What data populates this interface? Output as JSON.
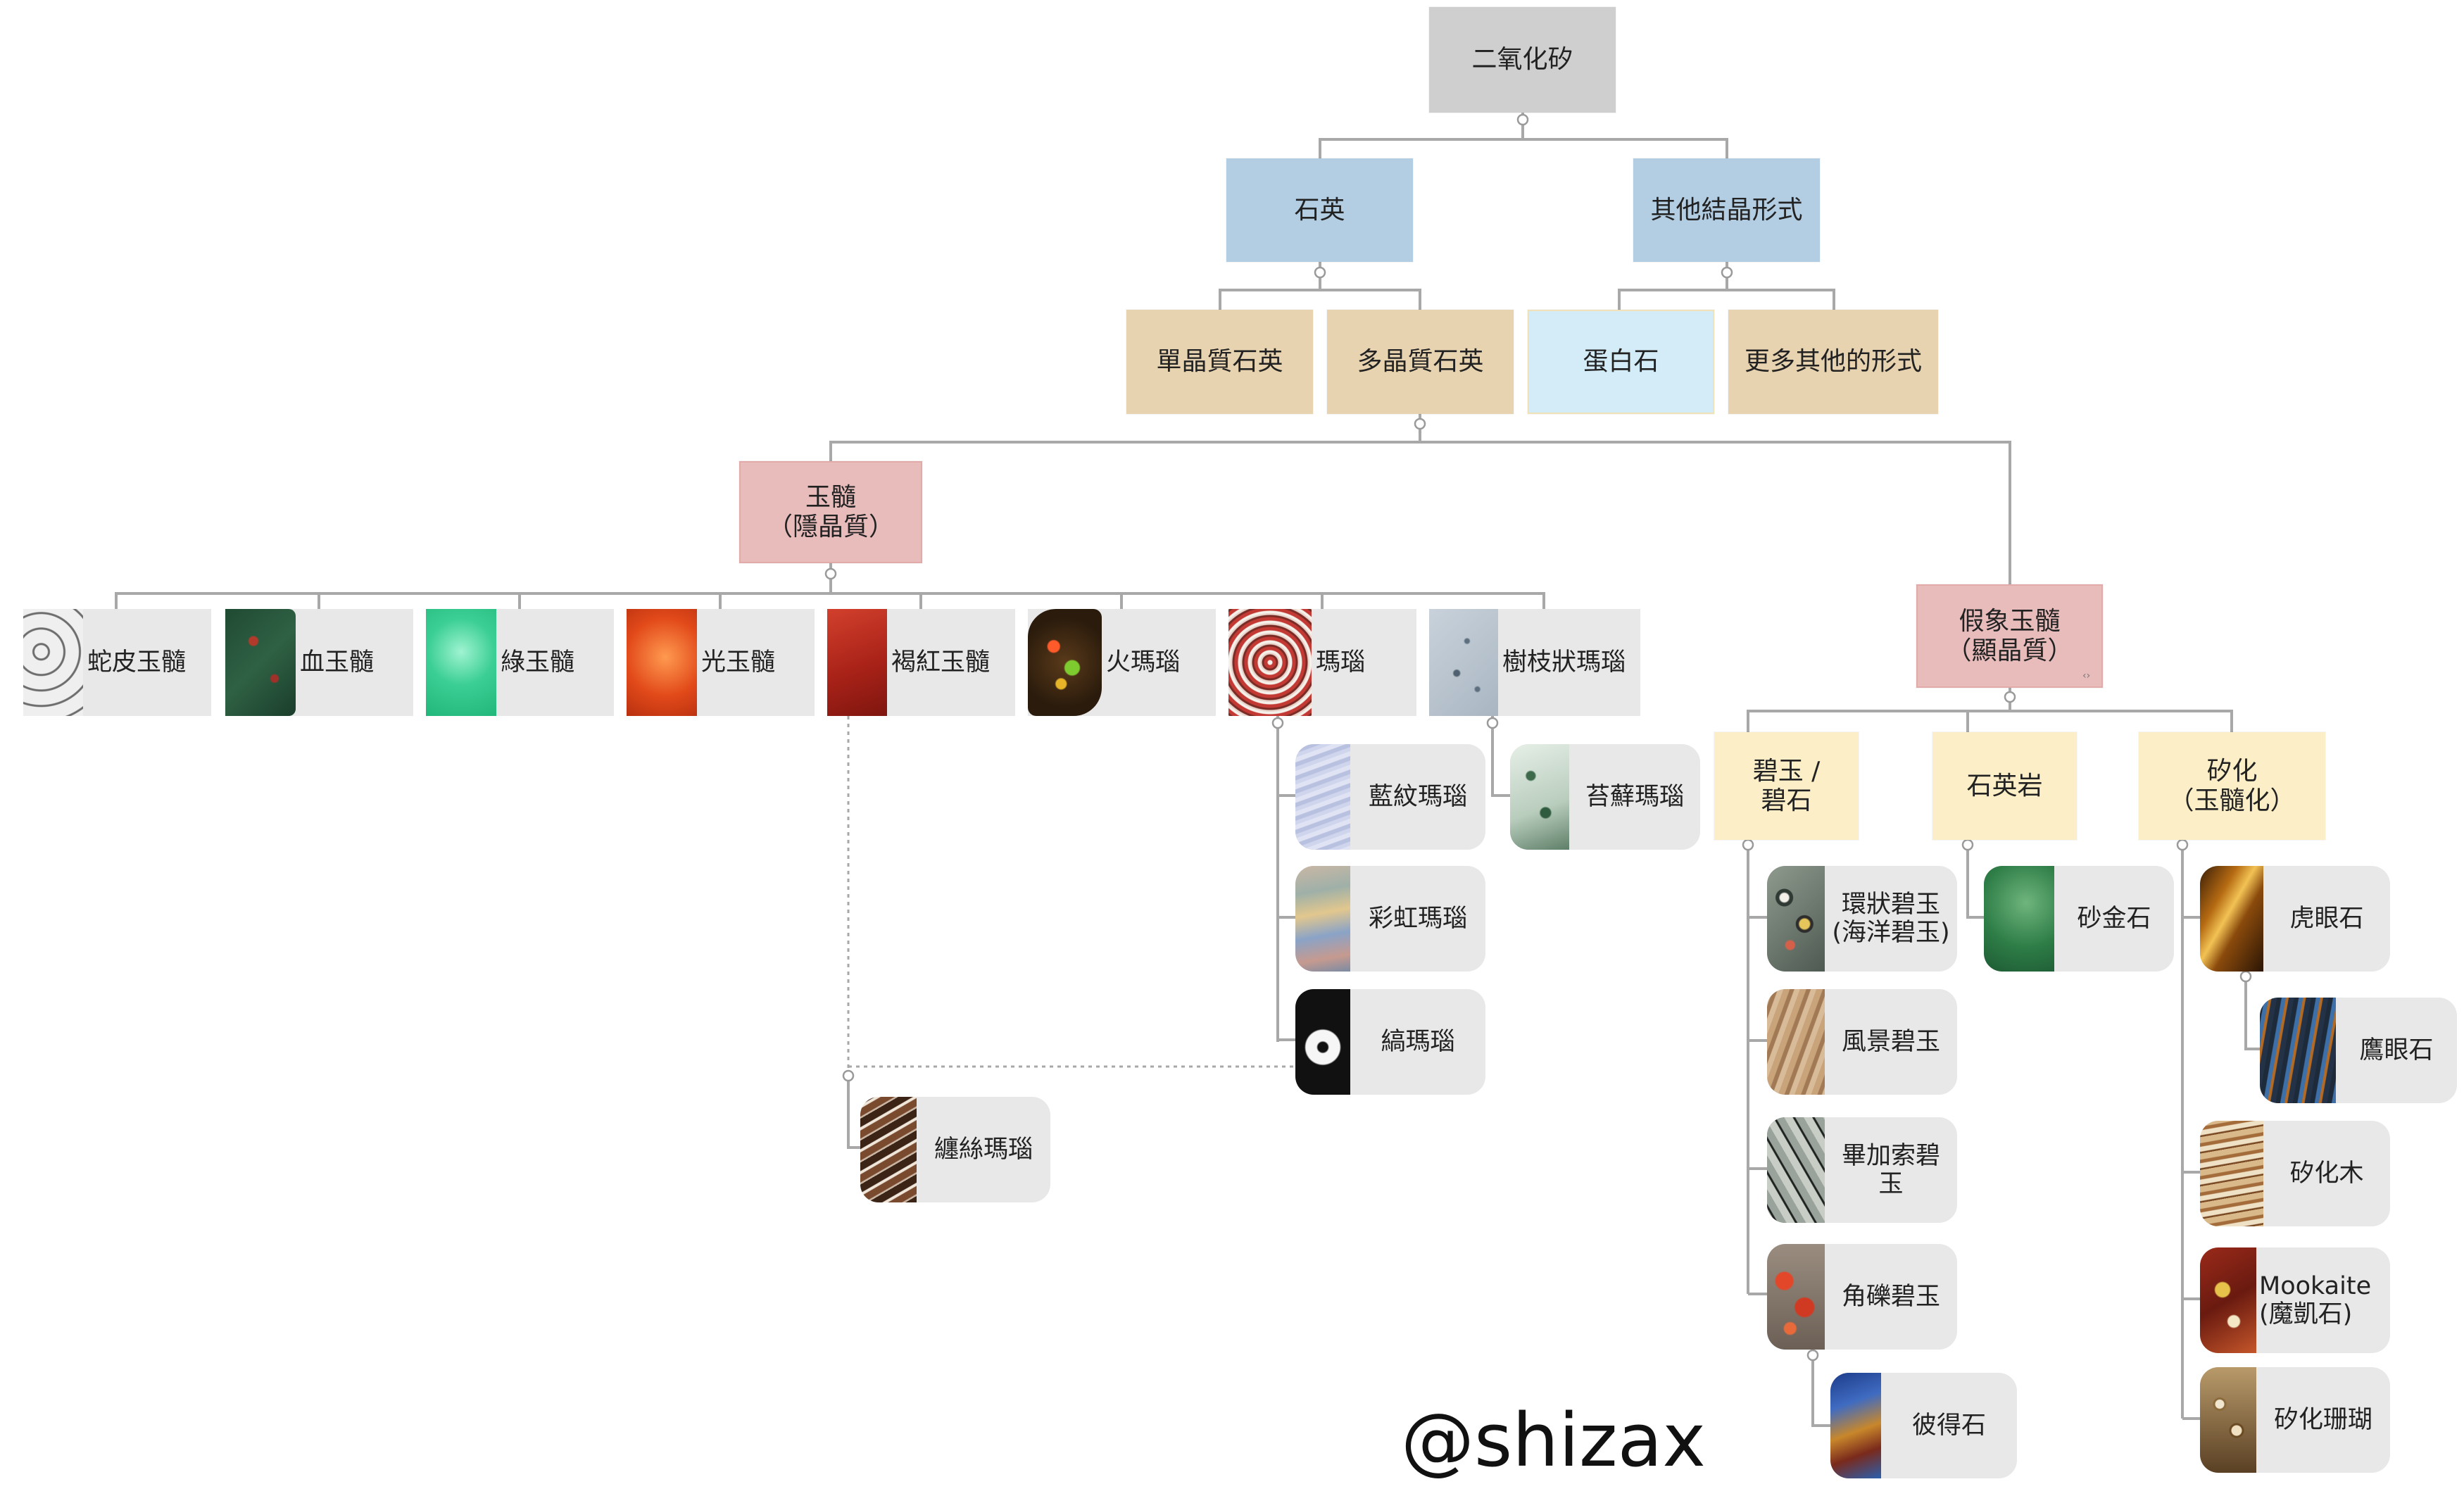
{
  "diagram": {
    "root": "二氧化矽",
    "level1": {
      "quartz": "石英",
      "other_crystal": "其他結晶形式"
    },
    "level2": {
      "monocrystalline": "單晶質石英",
      "polycrystalline": "多晶質石英",
      "opal": "蛋白石",
      "more_forms": "更多其他的形式"
    },
    "chalcedony": "玉髓\n（隱晶質）",
    "pseudo_chalcedony": "假象玉髓\n（顯晶質）",
    "chalcedony_children": {
      "snakeskin": "蛇皮玉髓",
      "bloodstone": "血玉髓",
      "chrysoprase": "綠玉髓",
      "carnelian": "光玉髓",
      "sard": "褐紅玉髓",
      "fire_agate": "火瑪瑙",
      "agate": "瑪瑙",
      "dendritic_agate": "樹枝狀瑪瑙"
    },
    "agate_children": {
      "blue_lace": "藍紋瑪瑙",
      "iris": "彩虹瑪瑙",
      "onyx": "縞瑪瑙"
    },
    "dendritic_children": {
      "moss": "苔蘚瑪瑙"
    },
    "sardonyx": "纏絲瑪瑙",
    "pseudo_children": {
      "jasper": "碧玉 /\n碧石",
      "quartzite": "石英岩",
      "silicified": "矽化\n（玉髓化）"
    },
    "jasper_children": {
      "orbicular": "環狀碧玉\n(海洋碧玉)",
      "picture": "風景碧玉",
      "picasso": "畢加索碧\n玉",
      "brecciated": "角礫碧玉"
    },
    "brecciated_child": "彼得石",
    "quartzite_children": {
      "aventurine": "砂金石"
    },
    "silicified_children": {
      "tigers_eye": "虎眼石",
      "hawks_eye": "鷹眼石",
      "petrified_wood": "矽化木",
      "mookaite": "Mookaite\n(魔凱石)",
      "petrified_coral": "矽化珊瑚"
    }
  },
  "watermark": "@shizax",
  "colors": {
    "root": "#cfcfcf",
    "level1": "#b3cde3",
    "level2": "#e8d3b0",
    "opal": "#d3ecf8",
    "class_node": "#e9bcbc",
    "sub_class": "#fcefc7",
    "card": "#e8e8e8",
    "connector": "#a8a8a8"
  }
}
